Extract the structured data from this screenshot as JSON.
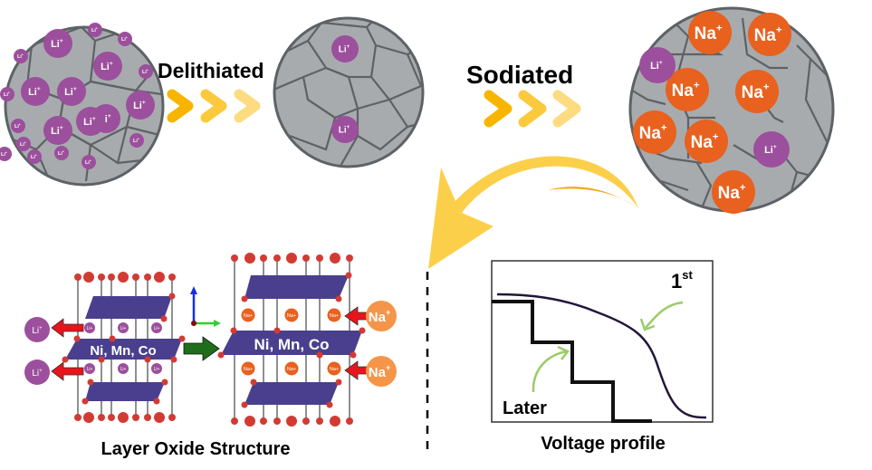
{
  "stages": {
    "pristine": {
      "ion": "Li",
      "charge": "+",
      "large_ion_count": 8,
      "small_ion_count": 12
    },
    "delithiated": {
      "label": "Delithiated",
      "ion": "Li",
      "charge": "+",
      "remaining_ion_count": 2
    },
    "sodiated": {
      "label": "Sodiated",
      "na_ion": "Na",
      "li_ion": "Li",
      "charge": "+",
      "na_ion_count": 7,
      "li_ion_count": 2
    }
  },
  "structure": {
    "caption": "Layer Oxide Structure",
    "layer_label": "Ni, Mn, Co",
    "left_interlayer_ion": "Li+",
    "right_interlayer_ion": "Na+",
    "extracted_ion": "Li",
    "inserted_ion": "Na",
    "charge": "+"
  },
  "voltage_profile": {
    "caption": "Voltage profile",
    "first_cycle_label": "1",
    "first_cycle_sup": "st",
    "later_label": "Later"
  },
  "colors": {
    "grain": "#a7abae",
    "grain_edge": "#5d6266",
    "li": "#9c4f9c",
    "na": "#e8611e",
    "na_light": "#f4954a",
    "chevron": [
      "#f7b500",
      "#fbc93c",
      "#fddb80"
    ],
    "curved_arrow": "#fccf4b",
    "layer": "#4a3f8e",
    "oxygen": "#d23b34",
    "red_arrow": "#e8141c",
    "green_arrow": "#1f6e1c",
    "helper_arrow": "#9ccb6b"
  }
}
